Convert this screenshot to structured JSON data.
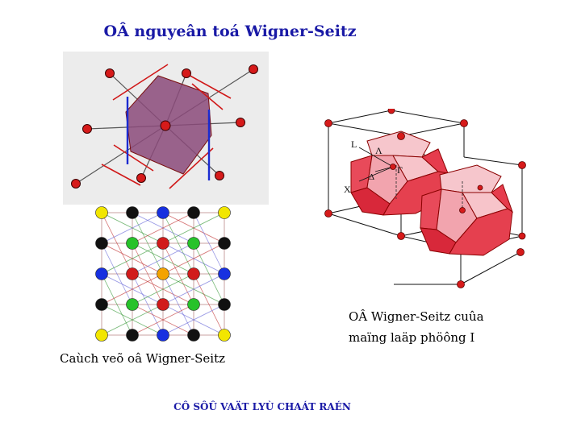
{
  "title": "OÂ nguyeân toá Wigner-Seitz",
  "caption_left": "Caùch veõ oâ Wigner-Seitz",
  "caption_right_line1": "OÂ Wigner-Seitz cuûa",
  "caption_right_line2": "maïng laäp phöông I",
  "footer": "CÔ SÔÛ VAÄT LYÙ CHAÁT RAÉN",
  "labels": {
    "L": "L",
    "Lambda": "Λ",
    "Gamma": "Γ",
    "Delta": "Δ",
    "X": "X"
  },
  "colors": {
    "title": "#1a1aa6",
    "cell_fill": "#8b4a7a",
    "atom": "#d61a1a",
    "bisector_blue": "#1b2bd1",
    "bisector_red": "#d01818",
    "grid_yellow": "#f2e600",
    "grid_black": "#111111",
    "grid_blue": "#1730e0",
    "grid_green": "#27c22a",
    "grid_red": "#d11b1b",
    "grid_orange": "#f4a300"
  },
  "grid_colors": [
    [
      "yellow",
      "black",
      "blue",
      "black",
      "yellow"
    ],
    [
      "black",
      "green",
      "red",
      "green",
      "black"
    ],
    [
      "blue",
      "red",
      "orange",
      "red",
      "blue"
    ],
    [
      "black",
      "green",
      "red",
      "green",
      "black"
    ],
    [
      "yellow",
      "black",
      "blue",
      "black",
      "yellow"
    ]
  ]
}
